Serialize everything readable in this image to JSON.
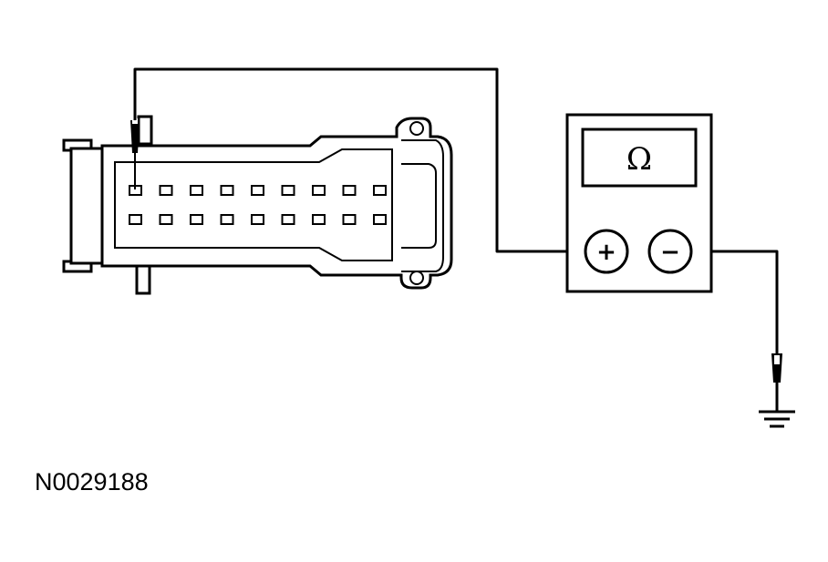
{
  "figure_id": "N0029188",
  "meter": {
    "display_symbol": "Ω",
    "positive_label": "+",
    "negative_label": "−",
    "icon": "ohmmeter-icon"
  },
  "connector": {
    "icon": "connector-icon",
    "pin_rows": 2,
    "pins_per_row": 9
  },
  "ground": {
    "icon": "ground-icon"
  },
  "colors": {
    "line": "#000000",
    "background": "#ffffff"
  }
}
